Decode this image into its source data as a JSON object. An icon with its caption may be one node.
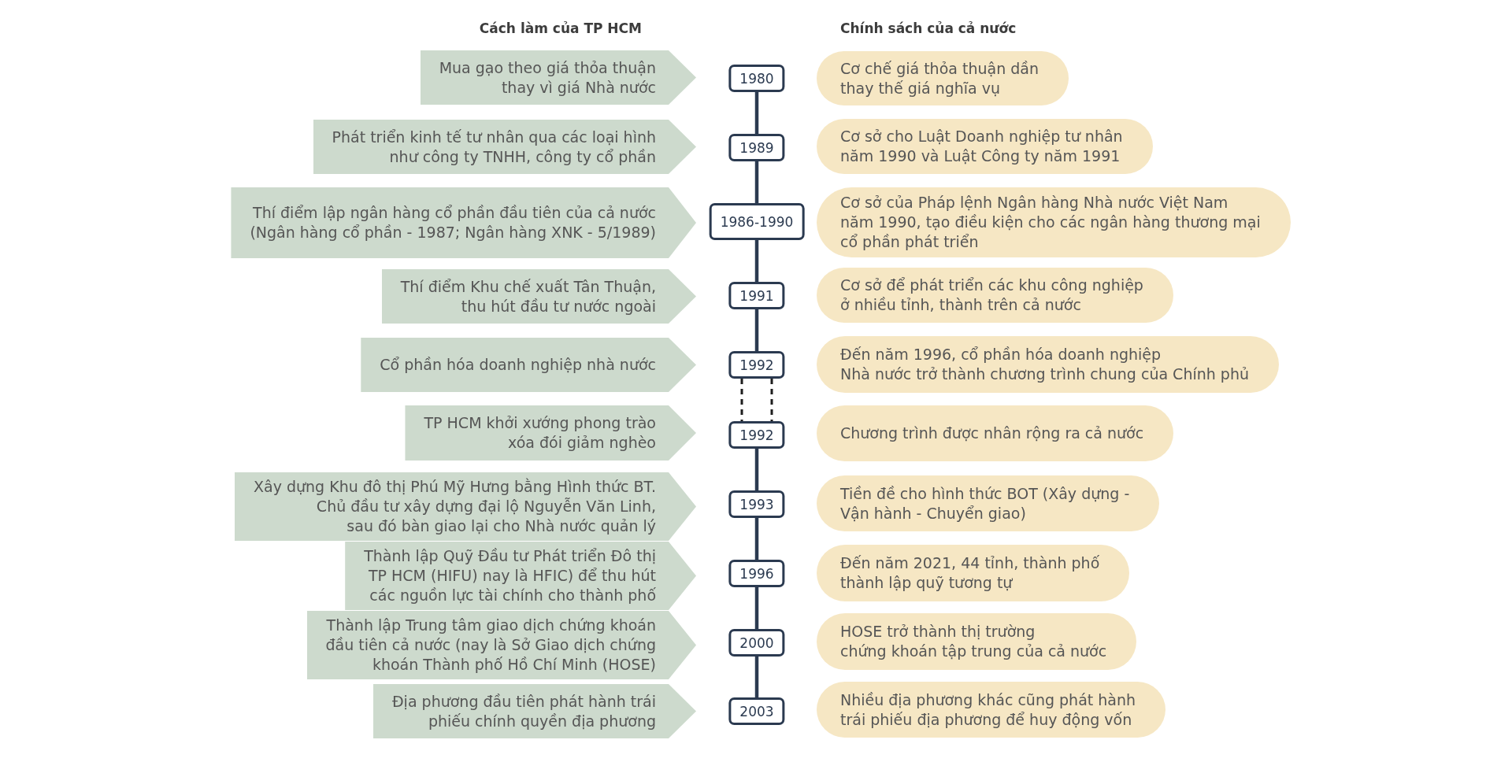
{
  "diagram": {
    "nodes": [
      {
        "text": [
          "Mua gạo theo giá thỏa thuận thay vì giá Nhà nước"
        ]
      },
      {
        "text": [
          "1980"
        ]
      },
      {
        "text": [
          "Cơ chế giá thỏa thuận dần thay thế giá nghĩa vụ"
        ]
      },
      {
        "text": [
          "Phát triển kinh tế tư nhân qua các loại hình như công ty TNHH, công ty cổ phần"
        ]
      },
      {
        "text": [
          "1989"
        ]
      },
      {
        "text": [
          "Cơ sở cho Luật Doanh nghiệp tư nhân năm 1990 và Luật Công ty năm 1991"
        ]
      },
      {
        "text": [
          "Thí điểm lập ngân hàng cổ phần đầu tiên của cả nước (Ngân hàng cổ phần - 1987; Ngân hàng XNK - 5/1989)"
        ]
      },
      {
        "text": [
          "1986-1990"
        ]
      },
      {
        "text": [
          "Cơ sở của Pháp lệnh Ngân hàng Nhà nước Việt Nam năm 1990, tạo điều kiện cho các ngân hàng thương mại cổ phần phát triển"
        ]
      },
      {
        "text": [
          "Thí điểm Khu chế xuất Tân Thuận, thu hút đầu tư nước ngoài"
        ]
      },
      {
        "text": [
          "1991"
        ]
      },
      {
        "text": [
          "Cơ sở để phát triển các khu công nghiệp ở nhiều tỉnh, thành trên cả nước"
        ]
      },
      {
        "text": [
          "Cổ phần hóa doanh nghiệp nhà nước"
        ]
      },
      {
        "text": [
          "1992"
        ]
      },
      {
        "text": [
          "Đến năm 1996, cổ phần hóa doanh nghiệp Nhà nước trở thành chương trình chung của Chính phủ"
        ]
      },
      {
        "text": [
          "TP HCM khởi xướng phong trào xóa đói giảm nghèo"
        ]
      },
      {
        "text": [
          "1992"
        ]
      },
      {
        "text": [
          "Chương trình được nhân rộng ra cả nước"
        ]
      },
      {
        "text": [
          "Xây dựng Khu đô thị Phú Mỹ Hưng bằng Hình thức BT. Chủ đầu tư xây dựng đại lộ Nguyễn Văn Linh, sau đó bàn giao lại cho Nhà nước quản lý"
        ]
      },
      {
        "text": [
          "1993"
        ]
      },
      {
        "text": [
          "Tiền đề cho hình thức BOT (Xây dựng - Vận hành - Chuyển giao)"
        ]
      },
      {
        "text": [
          "Thành lập Quỹ Đầu tư Phát triển Đô thị TP HCM (HIFU) nay là HFIC) để thu hút các nguồn lực tài chính cho thành phố"
        ]
      },
      {
        "text": [
          "1996"
        ]
      },
      {
        "text": [
          "Đến năm 2021, 44 tỉnh, thành phố thành lập quỹ tương tự"
        ]
      },
      {
        "text": [
          "Thành lập Trung tâm giao dịch chứng khoán đầu tiên cả nước (nay là Sở Giao dịch chứng khoán Thành phố Hồ Chí Minh (HOSE)"
        ]
      },
      {
        "text": [
          "2000"
        ]
      },
      {
        "text": [
          "HOSE trở thành thị trường chứng khoán tập trung của cả nước"
        ]
      },
      {
        "text": [
          "Địa phương đầu tiên phát hành trái phiếu chính quyền địa phương"
        ]
      },
      {
        "text": [
          "2003"
        ]
      },
      {
        "text": [
          "Nhiều địa phương khác cũng phát hành trái phiếu địa phương để huy động vốn"
        ]
      }
    ],
    "edges": [
      {
        "from": 1,
        "to": 4,
        "arrow": "none"
      },
      {
        "from": 4,
        "to": 7,
        "arrow": "none"
      },
      {
        "from": 7,
        "to": 10,
        "arrow": "none"
      },
      {
        "from": 10,
        "to": 13,
        "arrow": "none"
      },
      {
        "from": 13,
        "to": 16,
        "arrow": "none",
        "style": "dashed",
        "color": "#1e1e1e"
      },
      {
        "from": 13,
        "to": 16,
        "arrow": "none",
        "style": "dashed",
        "color": "#1e1e1e"
      },
      {
        "from": 16,
        "to": 19,
        "arrow": "none"
      },
      {
        "from": 19,
        "to": 22,
        "arrow": "none"
      },
      {
        "from": 22,
        "to": 25,
        "arrow": "none"
      },
      {
        "from": 25,
        "to": 28,
        "arrow": "none"
      }
    ],
    "labels": [
      "Cách làm của TP HCM",
      "Chính sách của cả nước"
    ]
  }
}
